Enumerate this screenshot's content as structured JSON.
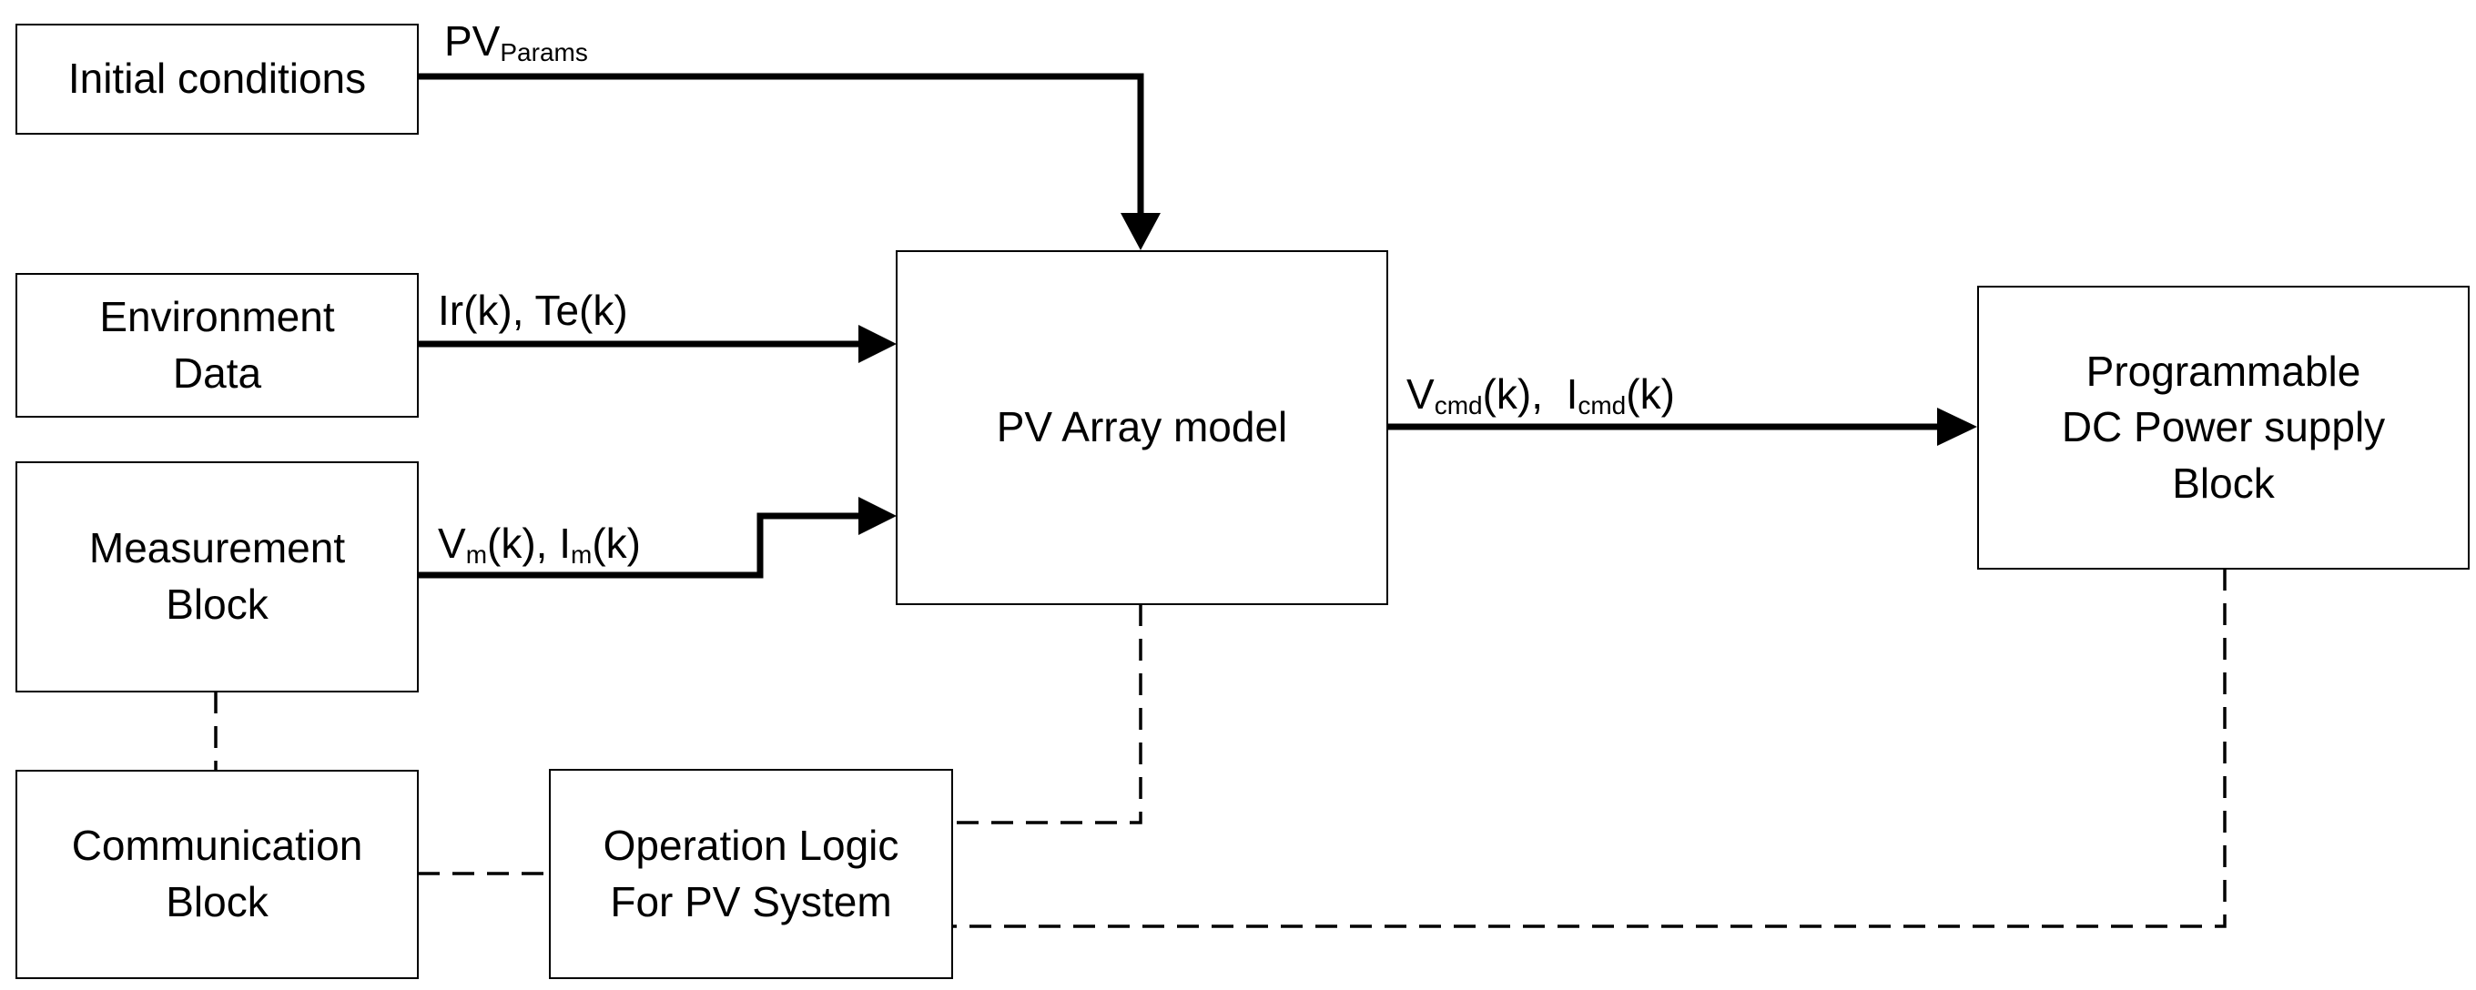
{
  "blocks": {
    "initial_conditions": [
      "Initial conditions"
    ],
    "environment_data": [
      "Environment",
      "Data"
    ],
    "measurement_block": [
      "Measurement",
      "Block"
    ],
    "communication_block": [
      "Communication",
      "Block"
    ],
    "operation_logic": [
      "Operation Logic",
      "For PV System"
    ],
    "pv_array_model": [
      "PV Array model"
    ],
    "dc_power_supply": [
      "Programmable",
      "DC Power supply",
      "Block"
    ]
  },
  "signals": {
    "pv_params": {
      "main": "PV",
      "sub": "Params"
    },
    "env_inputs": "Ir(k), Te(k)",
    "meas_inputs": {
      "v": "V",
      "v_sub": "m",
      "v_arg": "(k), ",
      "i": "I",
      "i_sub": "m",
      "i_arg": "(k)"
    },
    "cmd_outputs": {
      "v": "V",
      "v_sub": "cmd",
      "v_arg": "(k),  ",
      "i": "I",
      "i_sub": "cmd",
      "i_arg": "(k)"
    }
  }
}
